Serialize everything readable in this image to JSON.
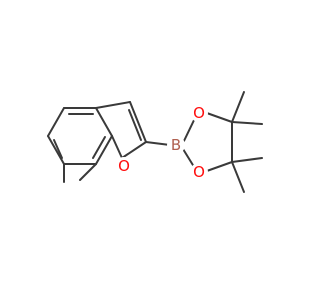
{
  "molecule": {
    "atoms": {
      "boron": {
        "symbol": "B"
      },
      "oxygen_top": {
        "symbol": "O"
      },
      "oxygen_bottom": {
        "symbol": "O"
      },
      "oxygen_furan": {
        "symbol": "O"
      }
    },
    "colors": {
      "bond": "#3a3a3a",
      "oxygen": "#ff0d0d",
      "boron": "#b06050"
    }
  }
}
